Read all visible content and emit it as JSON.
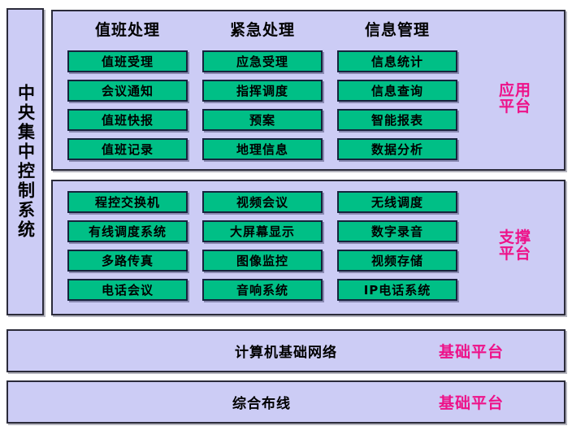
{
  "diagram": {
    "title_vertical": "中央集中控制系统",
    "application_panel": {
      "platform_label_line1": "应用",
      "platform_label_line2": "平台",
      "columns": [
        {
          "header": "值班处理",
          "items": [
            "值班受理",
            "会议通知",
            "值班快报",
            "值班记录"
          ]
        },
        {
          "header": "紧急处理",
          "items": [
            "应急受理",
            "指挥调度",
            "预案",
            "地理信息"
          ]
        },
        {
          "header": "信息管理",
          "items": [
            "信息统计",
            "信息查询",
            "智能报表",
            "数据分析"
          ]
        }
      ]
    },
    "support_panel": {
      "platform_label_line1": "支撑",
      "platform_label_line2": "平台",
      "columns": [
        {
          "header": "",
          "items": [
            "程控交换机",
            "有线调度系统",
            "多路传真",
            "电话会议"
          ]
        },
        {
          "header": "",
          "items": [
            "视频会议",
            "大屏幕显示",
            "图像监控",
            "音响系统"
          ]
        },
        {
          "header": "",
          "items": [
            "无线调度",
            "数字录音",
            "视频存储",
            "IP电话系统"
          ]
        }
      ]
    },
    "bottom_bars": [
      {
        "center": "计算机基础网络",
        "right": "基础平台"
      },
      {
        "center": "综合布线",
        "right": "基础平台"
      }
    ],
    "colors": {
      "panel_fill": "#ccccf5",
      "button_fill": "#00bf86",
      "button_border": "#17233d",
      "platform_text": "#ee1289",
      "outline": "#2b2b3a",
      "page_background": "#ffffff"
    }
  }
}
